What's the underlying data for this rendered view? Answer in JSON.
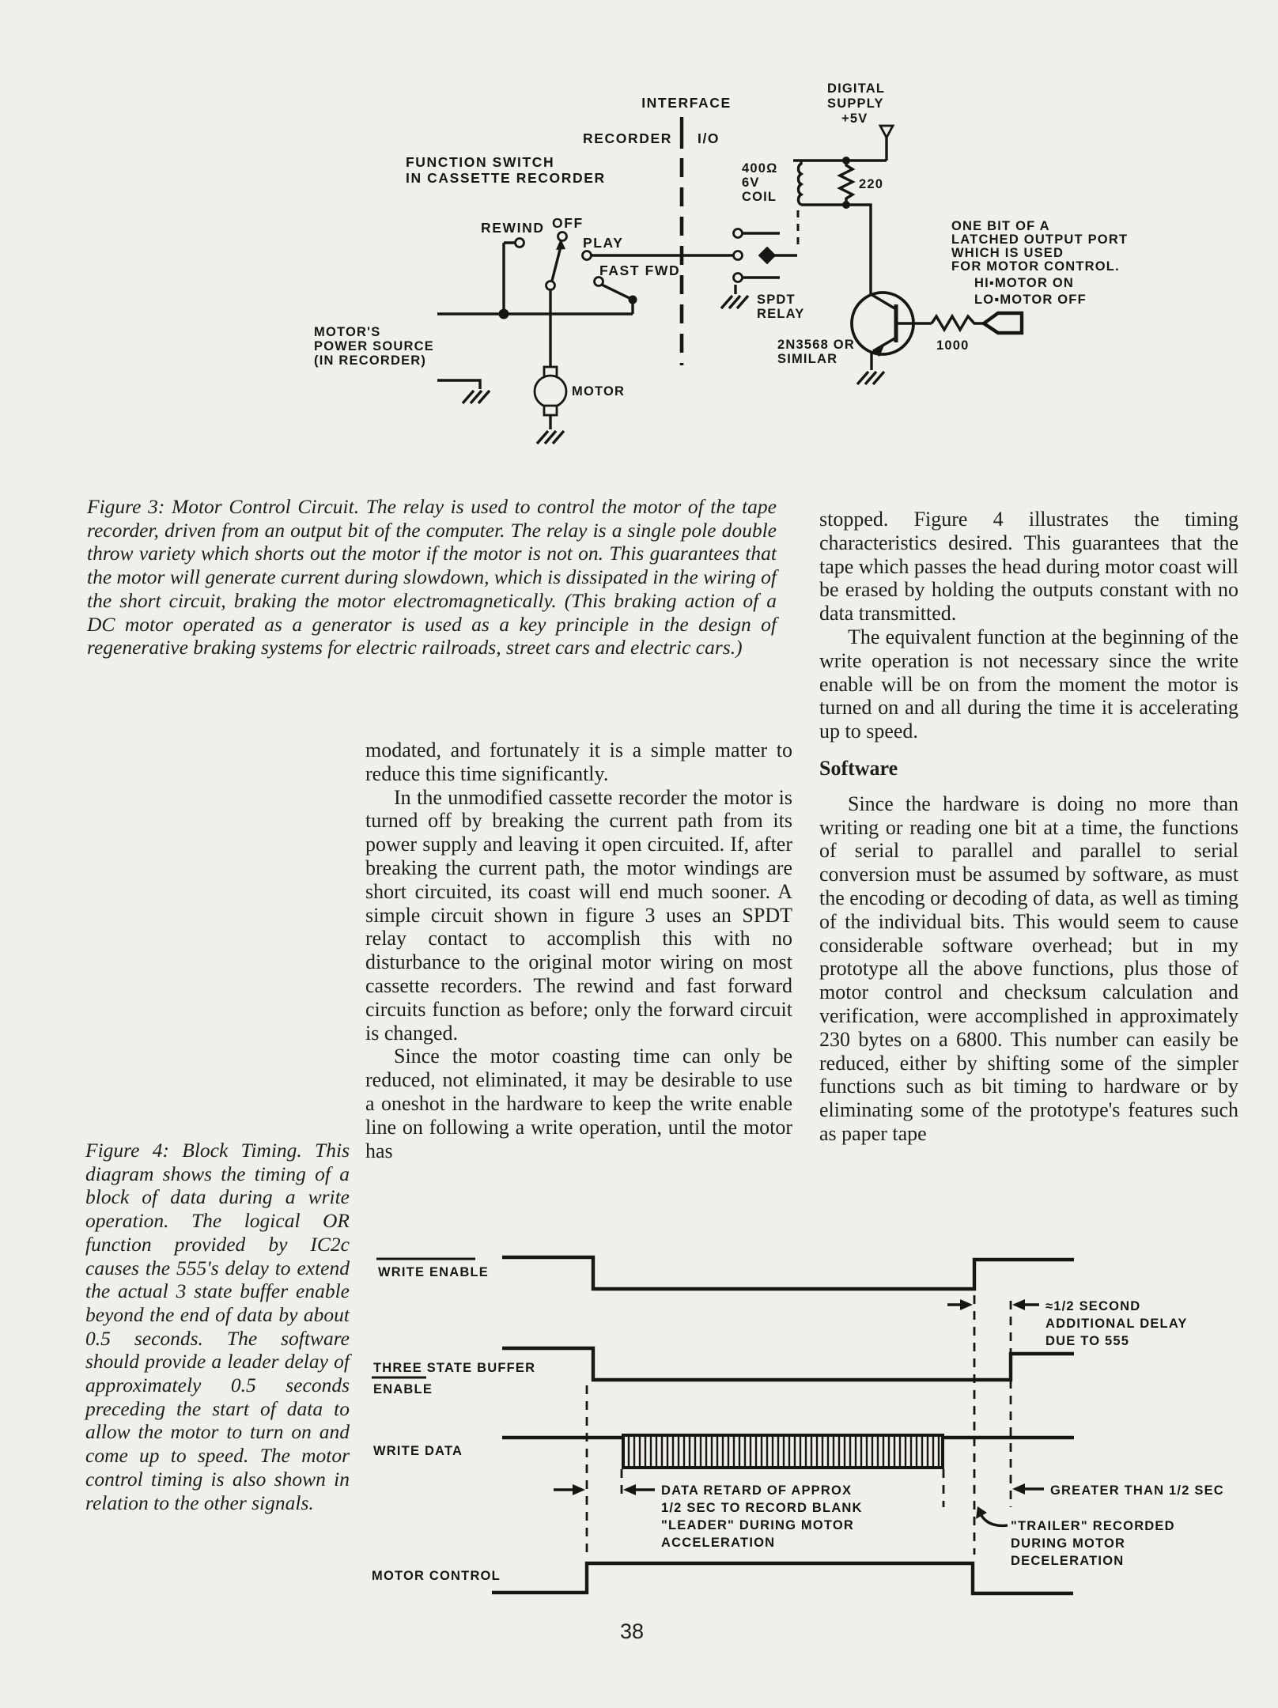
{
  "page": {
    "number": "38",
    "background": "#f1efe9",
    "ink": "#181614"
  },
  "figure3": {
    "labels": {
      "interface": "INTERFACE",
      "recorder": "RECORDER",
      "io": "I/O",
      "supply1": "DIGITAL",
      "supply2": "SUPPLY",
      "supply3": "+5V",
      "fswitch1": "FUNCTION SWITCH",
      "fswitch2": "IN CASSETTE RECORDER",
      "coil1": "400Ω",
      "coil2": "6V",
      "coil3": "COIL",
      "r220": "220",
      "rewind": "REWIND",
      "off": "OFF",
      "play": "PLAY",
      "fastfwd": "FAST FWD",
      "spdt1": "SPDT",
      "spdt2": "RELAY",
      "port1": "ONE BIT OF A",
      "port2": "LATCHED OUTPUT PORT",
      "port3": "WHICH IS USED",
      "port4": "FOR MOTOR CONTROL.",
      "hi": "HI▪MOTOR ON",
      "lo": "LO▪MOTOR OFF",
      "power1": "MOTOR'S",
      "power2": "POWER SOURCE",
      "power3": "(IN RECORDER)",
      "motor": "MOTOR",
      "transistor1": "2N3568 OR",
      "transistor2": "SIMILAR",
      "r1000": "1000"
    },
    "caption": "Figure 3: Motor Control Circuit. The relay is used to control the motor of the tape recorder, driven from an output bit of the computer. The relay is a single pole double throw variety which shorts out the motor if the motor is not on. This guarantees that the motor will generate current during slowdown, which is dissipated in the wiring of the short circuit, braking the motor electromagnetically. (This braking action of a DC motor operated as a generator is used as a key principle in the design of regenerative braking systems for electric railroads, street cars and electric cars.)"
  },
  "columns": {
    "middle": [
      "modated, and fortunately it is a simple matter to reduce this time significantly.",
      "In the unmodified cassette recorder the motor is turned off by breaking the current path from its power supply and leaving it open circuited. If, after breaking the current path, the motor windings are short circuited, its coast will end much sooner. A simple circuit shown in figure 3 uses an SPDT relay contact to accomplish this with no disturbance to the original motor wiring on most cassette recorders. The rewind and fast forward circuits function as before; only the forward circuit is changed.",
      "Since the motor coasting time can only be reduced, not eliminated, it may be desirable to use a oneshot in the hardware to keep the write enable line on following a write operation, until the motor has"
    ],
    "right1": [
      "stopped. Figure 4 illustrates the timing characteristics desired. This guarantees that the tape which passes the head during motor coast will be erased by holding the outputs constant with no data transmitted.",
      "The equivalent function at the beginning of the write operation is not necessary since the write enable will be on from the moment the motor is turned on and all during the time it is accelerating up to speed."
    ],
    "software_heading": "Software",
    "right2": [
      "Since the hardware is doing no more than writing or reading one bit at a time, the functions of serial to parallel and parallel to serial conversion must be assumed by software, as must the encoding or decoding of data, as well as timing of the individual bits. This would seem to cause considerable software overhead; but in my prototype all the above functions, plus those of motor control and checksum calculation and verification, were accomplished in approximately 230 bytes on a 6800. This number can easily be reduced, either by shifting some of the simpler functions such as bit timing to hardware or by eliminating some of the prototype's features such as paper tape"
    ]
  },
  "figure4": {
    "caption": "Figure 4: Block Timing. This diagram shows the timing of a block of data during a write operation. The logical OR function provided by IC2c causes the 555's delay to extend the actual 3 state buffer enable beyond the end of data by about 0.5 seconds. The software should provide a leader delay of approximately 0.5 seconds preceding the start of data to allow the motor to turn on and come up to speed. The motor control timing is also shown in relation to the other signals.",
    "signals": {
      "we1": "WRITE ENABLE",
      "tsb1": "THREE STATE BUFFER",
      "tsb2": "ENABLE",
      "wd": "WRITE DATA",
      "mc": "MOTOR CONTROL"
    },
    "signal_shapes": [
      {
        "label": "WRITE ENABLE",
        "shape": "high, falls at end of data, rises ~1/2 sec later"
      },
      {
        "label": "THREE STATE BUFFER ENABLE",
        "shape": "high, falls with write enable, rises ~1/2 sec after write enable due to 555"
      },
      {
        "label": "WRITE DATA",
        "shape": "idle, data burst (hatched), idle"
      },
      {
        "label": "MOTOR CONTROL",
        "shape": "low, high during write, low at end"
      }
    ],
    "annotations": {
      "delay1": "≈1/2 SECOND",
      "delay2": "ADDITIONAL DELAY",
      "delay3": "DUE TO 555",
      "retard1": "DATA RETARD OF APPROX",
      "retard2": "1/2 SEC TO RECORD BLANK",
      "retard3": "\"LEADER\" DURING MOTOR",
      "retard4": "ACCELERATION",
      "greater": "GREATER THAN 1/2 SEC",
      "trailer1": "\"TRAILER\" RECORDED",
      "trailer2": "DURING MOTOR",
      "trailer3": "DECELERATION"
    }
  }
}
